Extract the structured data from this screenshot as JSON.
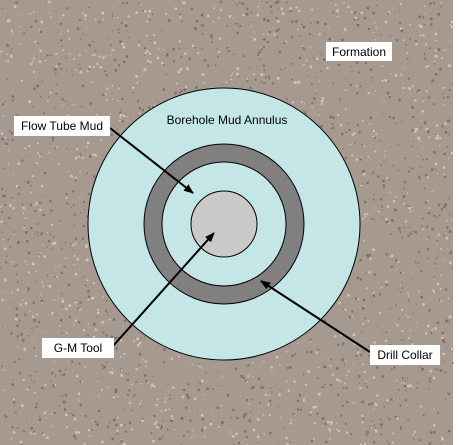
{
  "labels": {
    "formation": "Formation",
    "borehole_mud_annulus": "Borehole Mud Annulus",
    "flow_tube_mud": "Flow Tube Mud",
    "gm_tool": "G-M Tool",
    "drill_collar": "Drill Collar"
  },
  "colors": {
    "formation": "#a69a90",
    "formation_speckle_dark": "#7d7068",
    "formation_speckle_light": "#cfc6bd",
    "borehole_mud": "#c5e6e6",
    "drill_collar": "#808080",
    "flow_tube_mud": "#c5e6e6",
    "gm_tool": "#c9c9c9",
    "outline": "#000000",
    "label_background": "#ffffff"
  }
}
